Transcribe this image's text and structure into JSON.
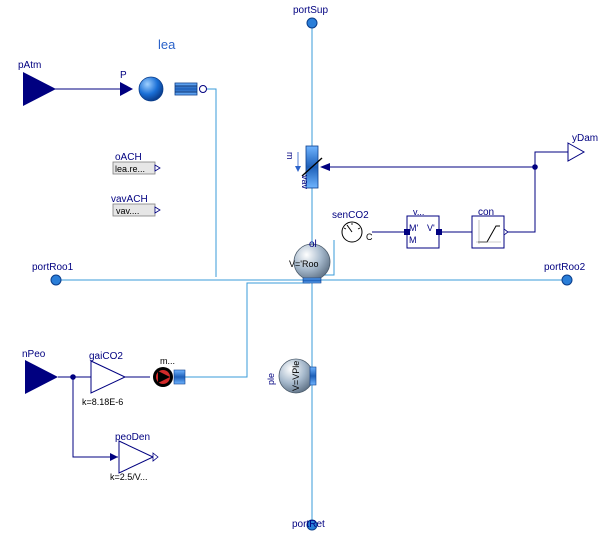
{
  "diagram": {
    "model_label": "lea",
    "ports": {
      "portSup": "portSup",
      "portRet": "portRet",
      "portRoo1": "portRoo1",
      "portRoo2": "portRoo2",
      "pAtm": "pAtm",
      "nPeo": "nPeo",
      "yDam": "yDam",
      "p_pin": "P"
    },
    "outputs": {
      "oACH": {
        "label": "oACH",
        "value": "lea.re..."
      },
      "vavACH": {
        "label": "vavACH",
        "value": "vav...."
      }
    },
    "blocks": {
      "senCO2": {
        "label": "senCO2",
        "pin": "C"
      },
      "v_block": {
        "label": "v...",
        "top_left": "M'",
        "top_right": "V'",
        "bottom": "M"
      },
      "con": {
        "label": "con"
      },
      "gaiCO2": {
        "label": "gaiCO2",
        "param": "k=8.18E-6"
      },
      "peoDen": {
        "label": "peoDen",
        "param": "k=2.5/V..."
      },
      "mflow": {
        "label": "m..."
      },
      "vol": {
        "label": "ol",
        "inner": "V='Roo"
      },
      "ple": {
        "label": "ple",
        "inner": "V=VPle"
      },
      "vav": {
        "label": "vav"
      }
    },
    "colors": {
      "navy": "#000080",
      "pipe": "#3a9bd9",
      "port": "#2a7ed8",
      "label_blue": "#2a62c9"
    }
  }
}
